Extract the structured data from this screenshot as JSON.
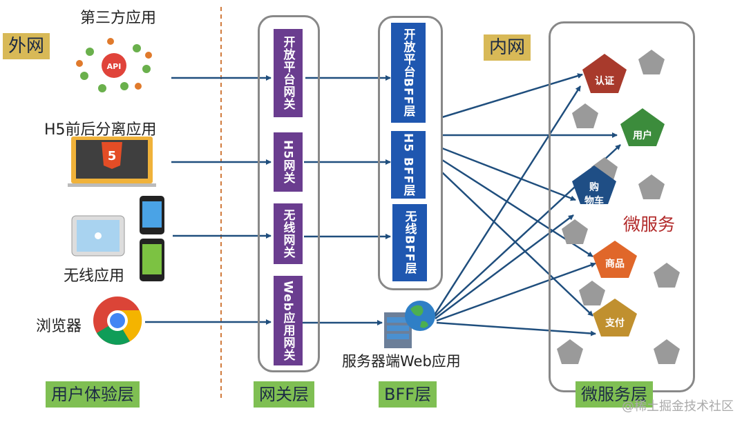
{
  "zones": {
    "outer": "外网",
    "inner": "内网"
  },
  "clients": {
    "third_party": "第三方应用",
    "h5": "H5前后分离应用",
    "wireless": "无线应用",
    "browser": "浏览器"
  },
  "gateways": [
    "开放平台网关",
    "H5网关",
    "无线网关",
    "Web应用网关"
  ],
  "bff": [
    "开放平台BFF层",
    "H5 BFF层",
    "无线BFF层"
  ],
  "server_web_app": "服务器端Web应用",
  "microservices": {
    "title": "微服务",
    "items": [
      {
        "label": "认证",
        "color": "#a83a2c"
      },
      {
        "label": "用户",
        "color": "#3c8c3c"
      },
      {
        "label": "购\n物车",
        "line1": "购",
        "line2": "物车",
        "color": "#1f4e85"
      },
      {
        "label": "商品",
        "color": "#e0672a"
      },
      {
        "label": "支付",
        "color": "#c0902f"
      }
    ]
  },
  "layers": [
    "用户体验层",
    "网关层",
    "BFF层",
    "微服务层"
  ],
  "watermark": "@稀土掘金技术社区",
  "colors": {
    "gateway": "#6a3d8f",
    "bff": "#1f57b0",
    "arrow": "#1f4e7d",
    "layer_label": "#7fbf53",
    "zone_label": "#d8b957"
  }
}
